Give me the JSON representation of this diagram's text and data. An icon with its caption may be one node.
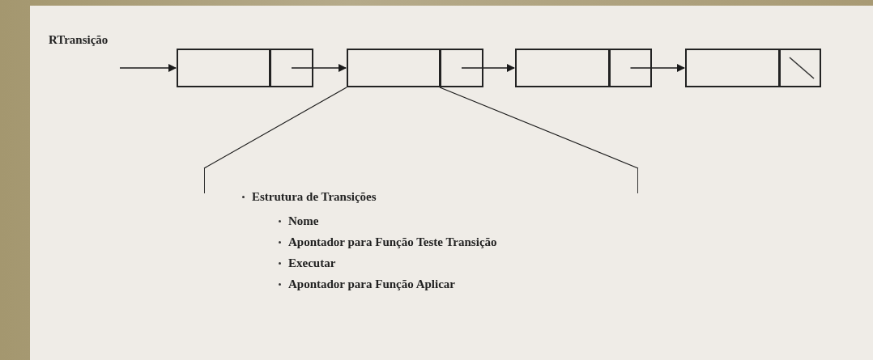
{
  "diagram": {
    "nodes": [
      {
        "text": [],
        "shape": "box"
      },
      {
        "text": [],
        "shape": "box"
      },
      {
        "text": [],
        "shape": "box"
      },
      {
        "text": [],
        "shape": "box"
      },
      {
        "text": [
          "Estrutura de Transições",
          "Nome",
          "Apontador para Função Teste Transição",
          "Executar",
          "Apontador para Função Aplicar"
        ]
      }
    ],
    "edges": [
      {
        "from": null,
        "to": 0,
        "arrow": "to"
      },
      {
        "from": 0,
        "to": 1,
        "arrow": "to"
      },
      {
        "from": 1,
        "to": 2,
        "arrow": "to"
      },
      {
        "from": 2,
        "to": 3,
        "arrow": "to"
      },
      {
        "from": 1,
        "to": 4,
        "arrow": "none"
      },
      {
        "from": 1,
        "to": 4,
        "arrow": "none"
      }
    ],
    "labels": [
      "RTransição"
    ]
  }
}
